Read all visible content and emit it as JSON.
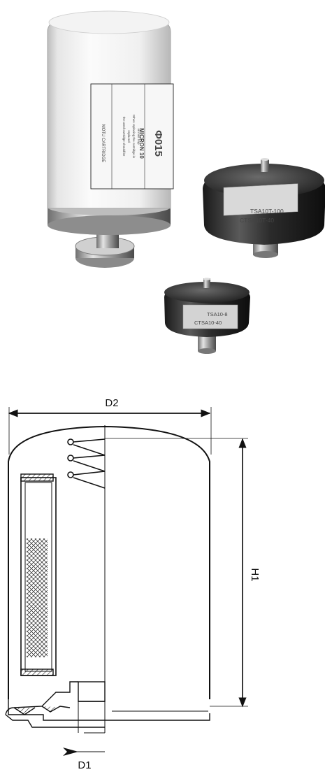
{
  "photo": {
    "large_filter": {
      "label_lines": [
        "Ф015",
        "MICRON 10",
        "MOTU CARTRIDGE"
      ],
      "tiny_lines": [
        "the used cartridge should be",
        "replaced",
        "When replacing the cartridge in",
        "oil mist trap"
      ]
    },
    "medium_cap": {
      "label_lines": [
        "TSA10T-100",
        "CTSA10T-40"
      ]
    },
    "small_cap": {
      "label_lines": [
        "TSA10-8",
        "CTSA10-40"
      ]
    }
  },
  "drawing": {
    "dim_d2": "D2",
    "dim_h1": "H1",
    "dim_d1": "D1"
  }
}
